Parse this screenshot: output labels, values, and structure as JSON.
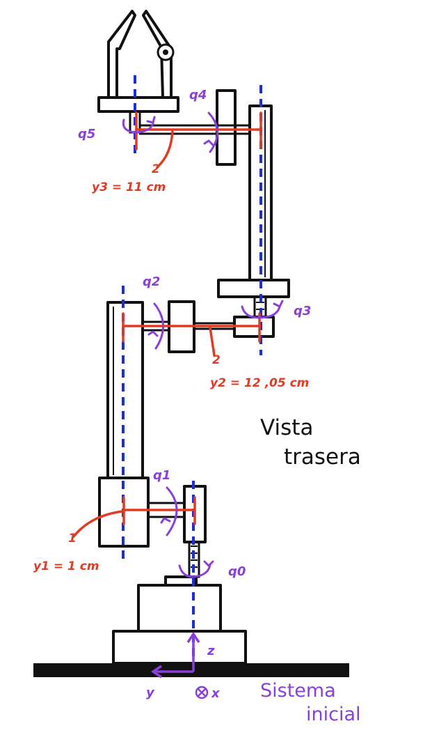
{
  "labels": {
    "q0": "q0",
    "q1": "q1",
    "q2": "q2",
    "q3": "q3",
    "q4": "q4",
    "q5": "q5",
    "d1": "1",
    "d2": "2",
    "d3": "2",
    "y1": "y1 = 1 cm",
    "y2": "y2 = 12 ,05 cm",
    "y3": "y3 = 11 cm",
    "view_line1": "Vista",
    "view_line2": "trasera",
    "axis_z": "z",
    "axis_y": "y",
    "axis_x": "x",
    "frame_line1": "Sistema",
    "frame_line2": "inicial"
  },
  "colors": {
    "structure": "#111111",
    "joint_axis": "#1c2fd6",
    "link_offset": "#e23b24",
    "rotation": "#8a3fdc"
  }
}
